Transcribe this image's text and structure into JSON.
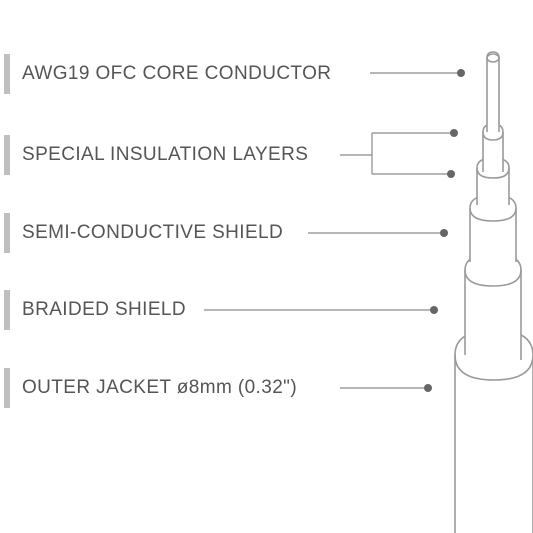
{
  "layers": [
    {
      "id": "core",
      "label": "AWG19 OFC CORE CONDUCTOR"
    },
    {
      "id": "insulation",
      "label": "SPECIAL  INSULATION LAYERS"
    },
    {
      "id": "semi",
      "label": "SEMI-CONDUCTIVE SHIELD"
    },
    {
      "id": "braid",
      "label": "BRAIDED SHIELD"
    },
    {
      "id": "jacket",
      "label": "OUTER JACKET  ø8mm (0.32\")"
    }
  ],
  "colors": {
    "bar": "#bfbfbf",
    "text": "#555555",
    "line": "#8a8a8a",
    "dot": "#666666",
    "cable": "#9a9a9a"
  }
}
